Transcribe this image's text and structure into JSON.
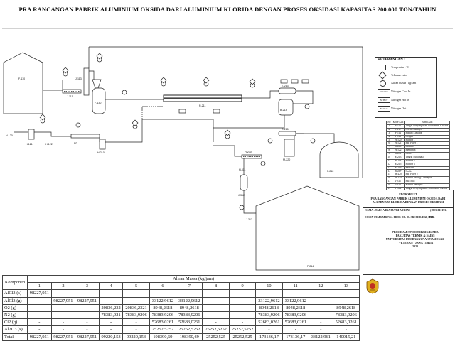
{
  "title": "PRA RANCANGAN PABRIK ALUMINIUM OKSIDA DARI ALUMINIUM KLORIDA DENGAN PROSES OKSIDASI KAPASITAS 200.000 TON/TAHUN",
  "equipment_labels": {
    "f110": "F-110",
    "f130": "F-130",
    "f210": "F-210",
    "f212": "F-212",
    "f214": "F-214",
    "j111": "J-111",
    "j113": "J-113",
    "h120": "H-120",
    "h121": "H-121",
    "h122": "H-122",
    "r211": "R-211",
    "e213": "E-213",
    "b214": "B-214",
    "e215": "E-215",
    "m220": "M-220",
    "h230": "H-230",
    "h311": "H-311",
    "j312": "J-312",
    "j313": "J-313",
    "h210": "H-210",
    "n2": "N2",
    "gas": "G-100"
  },
  "legend": {
    "header": "KETERANGAN :",
    "items": [
      {
        "label": "Temperatur : °C"
      },
      {
        "label": "Tekanan : atm"
      },
      {
        "label": "Aliran massa : kg/jam"
      },
      {
        "symbol": "N2 COOL",
        "label": "Nitrogen Cool In"
      },
      {
        "symbol": "N2 HOT",
        "label": "Nitrogen Hot In"
      },
      {
        "symbol": "N2 OUT",
        "label": "Nitrogen Out"
      }
    ]
  },
  "equipment_table": {
    "headers": [
      "No",
      "Kode Alat",
      "Nama Alat"
    ],
    "rows": [
      [
        "1",
        "F-110",
        "Tangki Penyimpanan Aluminium Klorida"
      ],
      [
        "2",
        "J-111",
        "Screw Conveyor 1"
      ],
      [
        "3",
        "F-112",
        "Bucket Elevator"
      ],
      [
        "4",
        "F-113",
        "Hopper"
      ],
      [
        "5",
        "H-120",
        "Blower 1"
      ],
      [
        "6",
        "H-121",
        "Bag Filter 1"
      ],
      [
        "7",
        "R-210",
        "Reaktor"
      ],
      [
        "8",
        "H-122",
        "Membran"
      ],
      [
        "9",
        "R-211",
        "Heater"
      ],
      [
        "10",
        "E-213",
        "Tangki Sublimasi"
      ],
      [
        "11",
        "B-214",
        "Blower 2"
      ],
      [
        "12",
        "E-215",
        "Blower 3"
      ],
      [
        "13",
        "E-216",
        "Reaktor"
      ],
      [
        "14",
        "B-217",
        "Cooler"
      ],
      [
        "15",
        "M-220",
        "Bag Filter 2"
      ],
      [
        "16",
        "H-230",
        "Screw Cooling Conveyor"
      ],
      [
        "17",
        "J-311",
        "Ball Mill"
      ],
      [
        "18",
        "J-312",
        "Screw Conveyor 2"
      ],
      [
        "19",
        "F-314",
        "Tangki Penyimpanan Aluminium Oksida"
      ],
      [
        "20",
        "E-310",
        "Cooler"
      ],
      [
        "21",
        "H-321",
        "Bag Filter 3"
      ],
      [
        "22",
        "F-322",
        "Tangki Penyimpanan Gas Klorin"
      ],
      [
        "23",
        "J-323",
        "Screw Conveyor 3"
      ]
    ]
  },
  "flow_box": {
    "heading": "FLOWSHEET",
    "title": "PRA RANCANGAN PABRIK ALUMINIUM OKSIDA DARI ALUMINIUM KLORIDA DENGAN PROSES OKSIDASI",
    "name_label": "NAMA : TAHA VIRA PUTRI ARYANI",
    "nim": "(18031010193)",
    "supervisor": "DOSEN PEMBIMBING : PROF. DR. IR. SRI REDJEKI, M.T.",
    "ttd": "TTD:",
    "dept1": "PROGRAM STUDI TEKNIK KIMIA",
    "dept2": "FAKULTAS TEKNIK & SAINS",
    "dept3": "UNIVERSITAS PEMBANGUNAN NASIONAL",
    "dept4": "\"VETERAN\" JAWA TIMUR",
    "year": "2023"
  },
  "stream_table": {
    "col_header": "Komponen",
    "group_header": "Aliran Massa (kg/jam)",
    "streams": [
      "1",
      "2",
      "3",
      "4",
      "5",
      "6",
      "7",
      "8",
      "9",
      "10",
      "11",
      "12",
      "13"
    ],
    "rows": [
      {
        "name": "AlCl3 (s)",
        "values": [
          "98227,951",
          "-",
          "-",
          "-",
          "-",
          "-",
          "-",
          "-",
          "-",
          "-",
          "-",
          "-",
          "-"
        ]
      },
      {
        "name": "AlCl3 (g)",
        "values": [
          "-",
          "98227,951",
          "98227,951",
          "-",
          "-",
          "33122,9612",
          "33122,9612",
          "-",
          "-",
          "33122,9612",
          "33122,9612",
          "-",
          "-"
        ]
      },
      {
        "name": "O2 (g)",
        "values": [
          "-",
          "-",
          "-",
          "20836,232",
          "20836,2321",
          "8948,2618",
          "8948,2618",
          "-",
          "-",
          "8948,2618",
          "8948,2618",
          "-",
          "8948,2618"
        ]
      },
      {
        "name": "N2 (g)",
        "values": [
          "-",
          "-",
          "-",
          "78383,921",
          "78383,9206",
          "78383,9206",
          "78383,9206",
          "-",
          "-",
          "78383,9206",
          "78383,9206",
          "-",
          "78383,9206"
        ]
      },
      {
        "name": "Cl2 (g)",
        "values": [
          "-",
          "-",
          "-",
          "-",
          "-",
          "52683,0261",
          "52683,0261",
          "-",
          "-",
          "52683,0261",
          "52683,0261",
          "-",
          "52683,0261"
        ]
      },
      {
        "name": "Al2O3 (s)",
        "values": [
          "-",
          "-",
          "-",
          "-",
          "-",
          "25252,5252",
          "25252,5252",
          "25252,5252",
          "25252,5252",
          "-",
          "-",
          "-",
          "-"
        ]
      },
      {
        "name": "Total",
        "values": [
          "98227,951",
          "98227,951",
          "98227,951",
          "99220,153",
          "99220,153",
          "198390,69",
          "198390,69",
          "25252,525",
          "25252,525",
          "173136,17",
          "173136,17",
          "33122,961",
          "140015,21"
        ]
      }
    ]
  }
}
